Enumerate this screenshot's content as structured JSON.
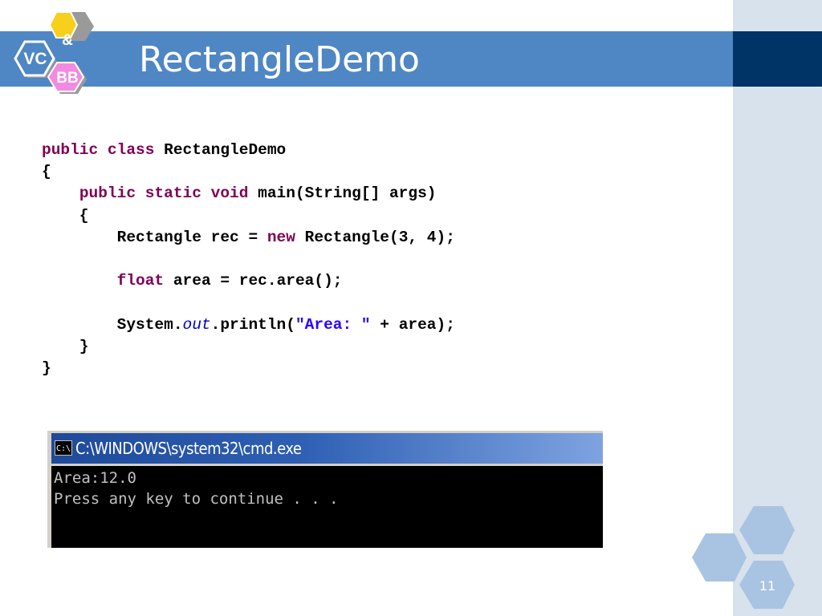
{
  "slide": {
    "title": "RectangleDemo",
    "page_number": "11"
  },
  "logo": {
    "left_text": "VC",
    "top_text": "&",
    "bottom_text": "BB"
  },
  "code": {
    "line1": {
      "kw": "public class",
      "rest": " RectangleDemo"
    },
    "line2": "{",
    "line3": {
      "indent": "    ",
      "kw": "public static void",
      "rest": " main(String[] args)"
    },
    "line4": "    {",
    "line5": {
      "pre": "        Rectangle rec = ",
      "kw": "new",
      "rest": " Rectangle(3, 4);"
    },
    "line7": {
      "indent": "        ",
      "kw": "float",
      "rest": " area = rec.area();"
    },
    "line9": {
      "pre": "        System.",
      "field": "out",
      "mid": ".println(",
      "str": "\"Area: \"",
      "rest": " + area);"
    },
    "line10": "    }",
    "line11": "}"
  },
  "console": {
    "window_title": "C:\\WINDOWS\\system32\\cmd.exe",
    "icon_label": "C:\\",
    "output_lines": [
      "Area:12.0",
      "Press any key to continue . . ."
    ]
  },
  "colors": {
    "title_bar": "#4f87c4",
    "title_bar_dark": "#003366",
    "side_panel": "#d8e2ec",
    "keyword": "#7f0055",
    "string": "#2a00ff",
    "field": "#0000c0",
    "hexagon": "#a9c4e2"
  },
  "icons": [
    "logo-hexagons",
    "console-icon",
    "decorative-hexagons"
  ]
}
